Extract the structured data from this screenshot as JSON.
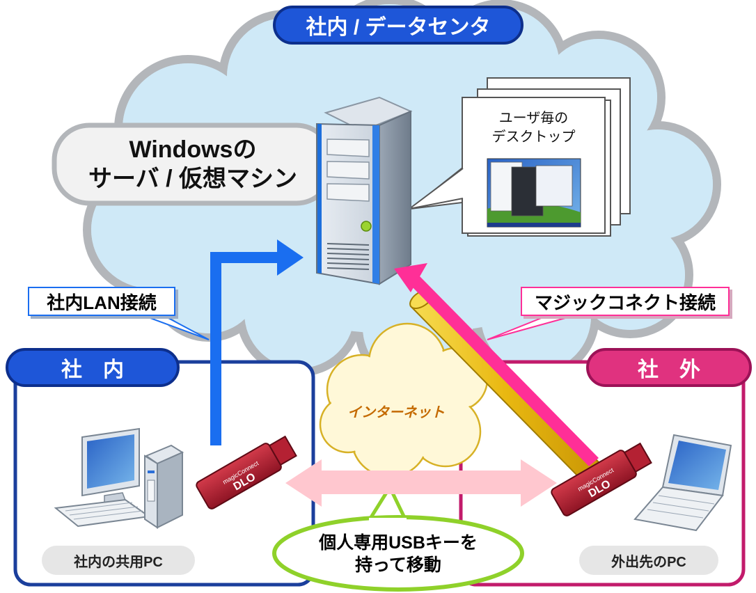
{
  "header": {
    "title": "社内 / データセンタ"
  },
  "server_bubble": {
    "line1": "Windowsの",
    "line2": "サーバ / 仮想マシン"
  },
  "desktop_note": {
    "line1": "ユーザ毎の",
    "line2": "デスクトップ"
  },
  "callouts": {
    "lan": "社内LAN接続",
    "magic": "マジックコネクト接続"
  },
  "internet": {
    "label": "インターネット"
  },
  "zones": {
    "inside": {
      "title": "社　内",
      "caption": "社内の共用PC"
    },
    "outside": {
      "title": "社　外",
      "caption": "外出先のPC"
    }
  },
  "usb_bubble": {
    "line1": "個人専用USBキーを",
    "line2": "持って移動"
  },
  "usb_key": {
    "brand": "magicConnect",
    "model": "DLO"
  },
  "colors": {
    "inside": "#1b3f9c",
    "outside": "#d6257a",
    "cloud": "#cfe9f7",
    "arrow_lan": "#1a6ef0",
    "arrow_magic": "#ff2f97",
    "tube": "#f0c419",
    "internet_cloud": "#fff8d8"
  }
}
